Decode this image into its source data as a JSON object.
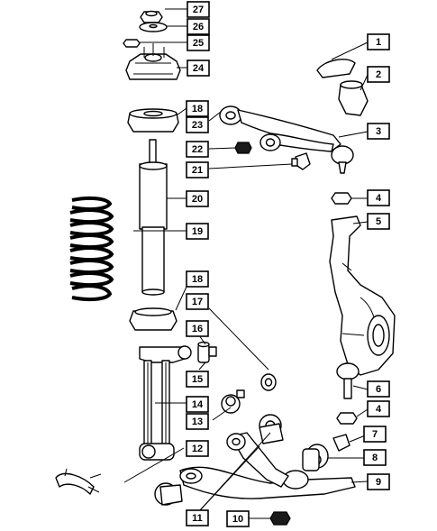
{
  "callouts": [
    {
      "id": "1",
      "label": "1"
    },
    {
      "id": "2",
      "label": "2"
    },
    {
      "id": "3",
      "label": "3"
    },
    {
      "id": "4a",
      "label": "4"
    },
    {
      "id": "5",
      "label": "5"
    },
    {
      "id": "6",
      "label": "6"
    },
    {
      "id": "4b",
      "label": "4"
    },
    {
      "id": "7",
      "label": "7"
    },
    {
      "id": "8",
      "label": "8"
    },
    {
      "id": "9",
      "label": "9"
    },
    {
      "id": "10",
      "label": "10"
    },
    {
      "id": "11",
      "label": "11"
    },
    {
      "id": "12",
      "label": "12"
    },
    {
      "id": "13",
      "label": "13"
    },
    {
      "id": "14",
      "label": "14"
    },
    {
      "id": "15",
      "label": "15"
    },
    {
      "id": "16",
      "label": "16"
    },
    {
      "id": "17",
      "label": "17"
    },
    {
      "id": "18b",
      "label": "18"
    },
    {
      "id": "19",
      "label": "19"
    },
    {
      "id": "20",
      "label": "20"
    },
    {
      "id": "21",
      "label": "21"
    },
    {
      "id": "22",
      "label": "22"
    },
    {
      "id": "23",
      "label": "23"
    },
    {
      "id": "18a",
      "label": "18"
    },
    {
      "id": "24",
      "label": "24"
    },
    {
      "id": "25",
      "label": "25"
    },
    {
      "id": "26",
      "label": "26"
    },
    {
      "id": "27",
      "label": "27"
    }
  ]
}
